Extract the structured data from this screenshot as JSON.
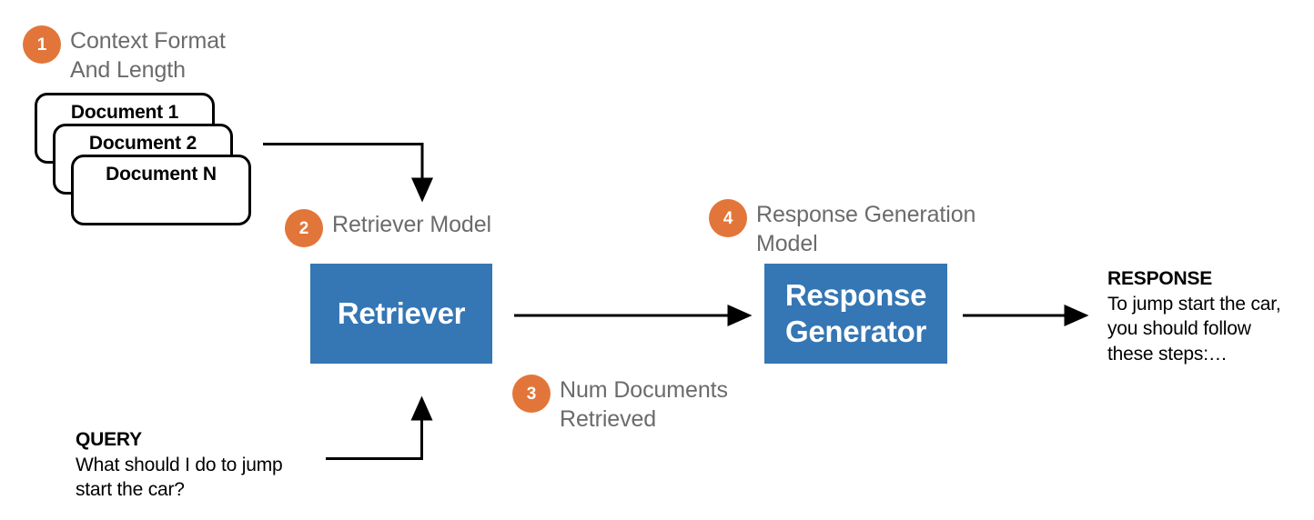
{
  "meta": {
    "diagram_title": "Retrieval Augmented Generation pipeline",
    "accent_orange": "#e2763a",
    "box_blue": "#3576b4",
    "label_gray": "#6b6b6b",
    "stroke_black": "#000000",
    "background": "#ffffff"
  },
  "steps": [
    {
      "number": "1",
      "label": "Context Format\nAnd Length"
    },
    {
      "number": "2",
      "label": "Retriever Model"
    },
    {
      "number": "3",
      "label": "Num Documents\nRetrieved"
    },
    {
      "number": "4",
      "label": "Response Generation\nModel"
    }
  ],
  "documents": [
    {
      "title": "Document 1"
    },
    {
      "title": "Document 2"
    },
    {
      "title": "Document N"
    }
  ],
  "boxes": [
    {
      "label": "Retriever"
    },
    {
      "label": "Response\nGenerator"
    }
  ],
  "query": {
    "heading": "QUERY",
    "body": " What should I do to jump\nstart the car?"
  },
  "response": {
    "heading": "RESPONSE",
    "body": "To jump start the car,\nyou should follow\nthese steps:…"
  }
}
